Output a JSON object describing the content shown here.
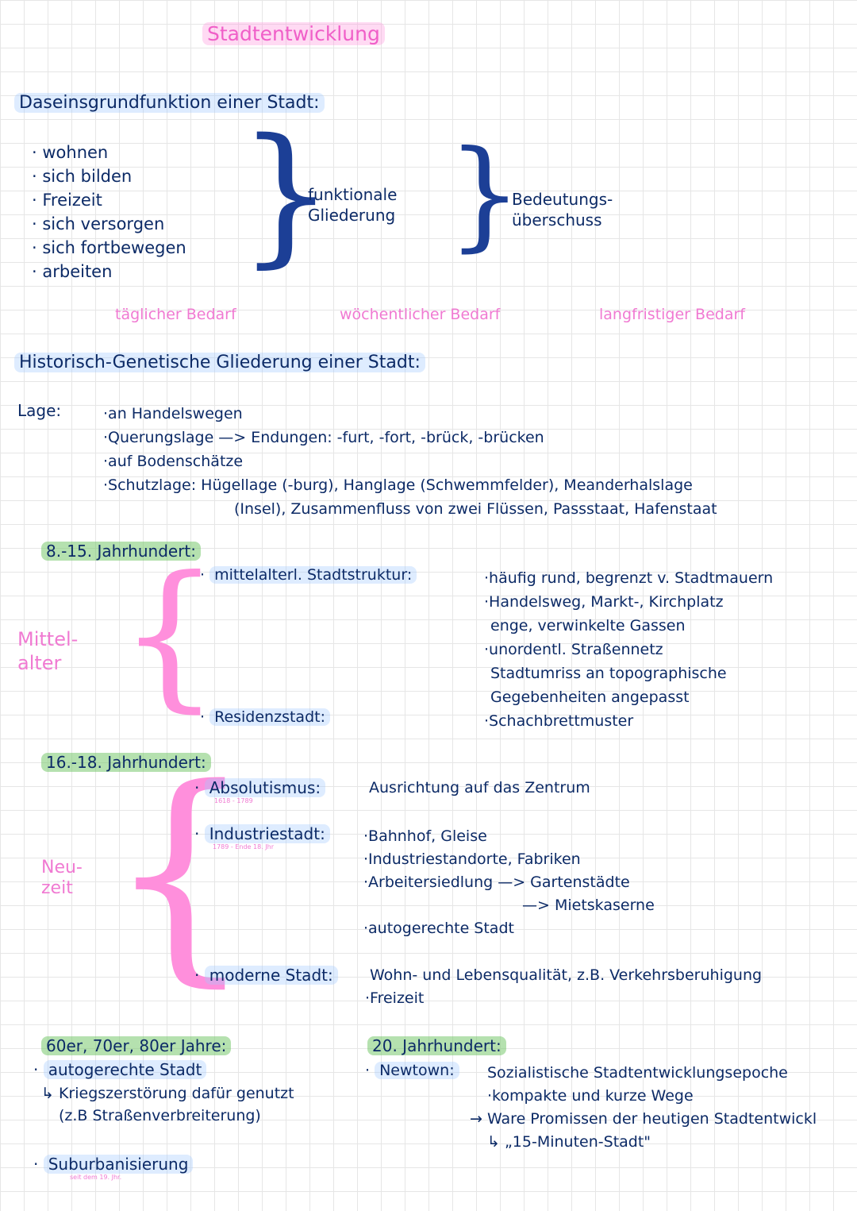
{
  "title": "Stadtentwicklung",
  "section1": {
    "heading": "Daseinsgrundfunktion einer Stadt:",
    "items": [
      "wohnen",
      "sich bilden",
      "Freizeit",
      "sich versorgen",
      "sich fortbewegen",
      "arbeiten"
    ],
    "middle_label_line1": "funktionale",
    "middle_label_line2": "Gliederung",
    "right_label_line1": "Bedeutungs-",
    "right_label_line2": "überschuss",
    "need_daily": "täglicher Bedarf",
    "need_weekly": "wöchentlicher Bedarf",
    "need_long": "langfristiger Bedarf"
  },
  "section2": {
    "heading": "Historisch-Genetische Gliederung einer Stadt:",
    "lage_label": "Lage:",
    "lage_items": [
      "an Handelswegen",
      "Querungslage —> Endungen: -furt, -fort, -brück, -brücken",
      "auf Bodenschätze",
      "Schutzlage: Hügellage (-burg), Hanglage (Schwemmfelder), Meanderhalslage"
    ],
    "lage_cont": "(Insel), Zusammenfluss von zwei Flüssen, Passstaat, Hafenstaat"
  },
  "mittelalter": {
    "period": "8.-15. Jahrhundert:",
    "side_line1": "Mittel-",
    "side_line2": "alter",
    "struktur_label": "mittelalterl. Stadtstruktur:",
    "struktur_items": [
      "·häufig rund, begrenzt v. Stadtmauern",
      "·Handelsweg, Markt-, Kirchplatz",
      "enge, verwinkelte Gassen",
      "·unordentl. Straßennetz",
      "Stadtumriss an topographische",
      "Gegebenheiten angepasst",
      "·Schachbrettmuster"
    ],
    "residenz_label": "Residenzstadt:"
  },
  "neuzeit": {
    "period": "16.-18. Jahrhundert:",
    "side_line1": "Neu-",
    "side_line2": "zeit",
    "absolutismus_label": "Absolutismus:",
    "absolutismus_years": "1618 - 1789",
    "absolutismus_text": "Ausrichtung auf das Zentrum",
    "industrie_label": "Industriestadt:",
    "industrie_years": "1789 - Ende 18. Jhr",
    "industrie_items": [
      "·Bahnhof, Gleise",
      "·Industriestandorte, Fabriken",
      "·Arbeitersiedlung —> Gartenstädte",
      "—> Mietskaserne",
      "·autogerechte Stadt"
    ],
    "modern_label": "moderne Stadt:",
    "modern_text": "Wohn- und Lebensqualität, z.B. Verkehrsberuhigung",
    "modern_item2": "·Freizeit"
  },
  "sixties": {
    "period": "60er, 70er, 80er Jahre:",
    "item1": "autogerechte Stadt",
    "item1_sub1": "↳ Kriegszerstörung dafür genutzt",
    "item1_sub2": "(z.B Straßenverbreiterung)",
    "item2": "Suburbanisierung",
    "item2_note": "seit dem 19. Jhr."
  },
  "twentieth": {
    "period": "20. Jahrhundert:",
    "newtown_label": "Newtown:",
    "lines": [
      "Sozialistische Stadtentwicklungsepoche",
      "·kompakte und kurze Wege",
      "→ Ware Promissen der heutigen Stadtentwickl",
      "↳ „15-Minuten-Stadt\""
    ]
  }
}
